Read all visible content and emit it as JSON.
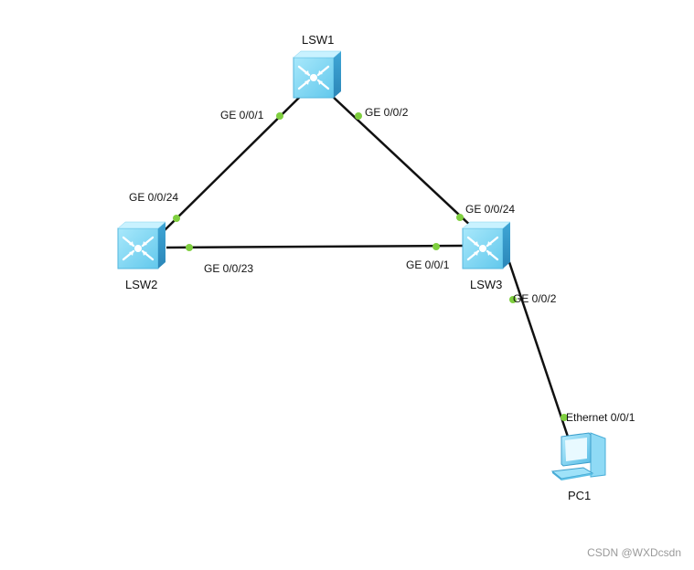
{
  "devices": {
    "lsw1": {
      "name": "LSW1",
      "type": "switch-icon"
    },
    "lsw2": {
      "name": "LSW2",
      "type": "switch-icon"
    },
    "lsw3": {
      "name": "LSW3",
      "type": "switch-icon"
    },
    "pc1": {
      "name": "PC1",
      "type": "pc-icon"
    }
  },
  "links": [
    {
      "from": "LSW1",
      "from_port": "GE 0/0/1",
      "to": "LSW2",
      "to_port": "GE 0/0/24"
    },
    {
      "from": "LSW1",
      "from_port": "GE 0/0/2",
      "to": "LSW3",
      "to_port": "GE 0/0/24"
    },
    {
      "from": "LSW2",
      "from_port": "GE 0/0/23",
      "to": "LSW3",
      "to_port": "GE 0/0/1"
    },
    {
      "from": "LSW3",
      "from_port": "GE 0/0/2",
      "to": "PC1",
      "to_port": "Ethernet 0/0/1"
    }
  ],
  "colors": {
    "link": "#111111",
    "port_dot": "#7fcf3f",
    "device": "#7fd6f2"
  },
  "watermark": "CSDN @WXDcsdn"
}
